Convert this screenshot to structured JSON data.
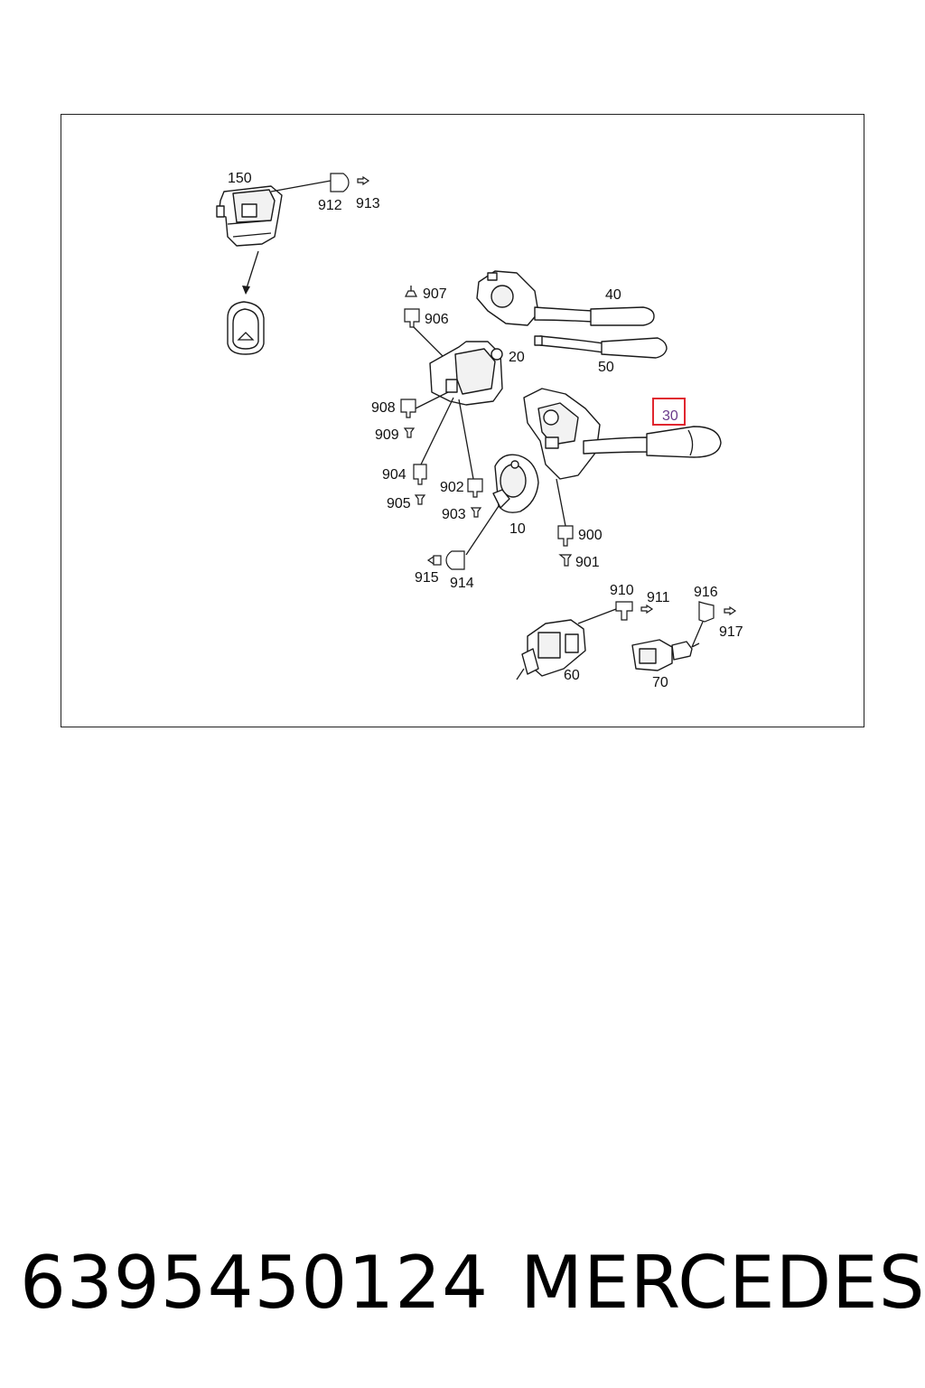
{
  "diagram": {
    "callouts": {
      "p150": "150",
      "p912": "912",
      "p913": "913",
      "p907": "907",
      "p906": "906",
      "p40": "40",
      "p50": "50",
      "p20": "20",
      "p908": "908",
      "p909": "909",
      "p30": "30",
      "p904": "904",
      "p905": "905",
      "p902": "902",
      "p903": "903",
      "p10": "10",
      "p900": "900",
      "p901": "901",
      "p915": "915",
      "p914": "914",
      "p910": "910",
      "p911": "911",
      "p916": "916",
      "p917": "917",
      "p60": "60",
      "p70": "70"
    },
    "highlight_color": "#e0262f"
  },
  "footer": {
    "part_number": "6395450124",
    "brand": "MERCEDES"
  }
}
